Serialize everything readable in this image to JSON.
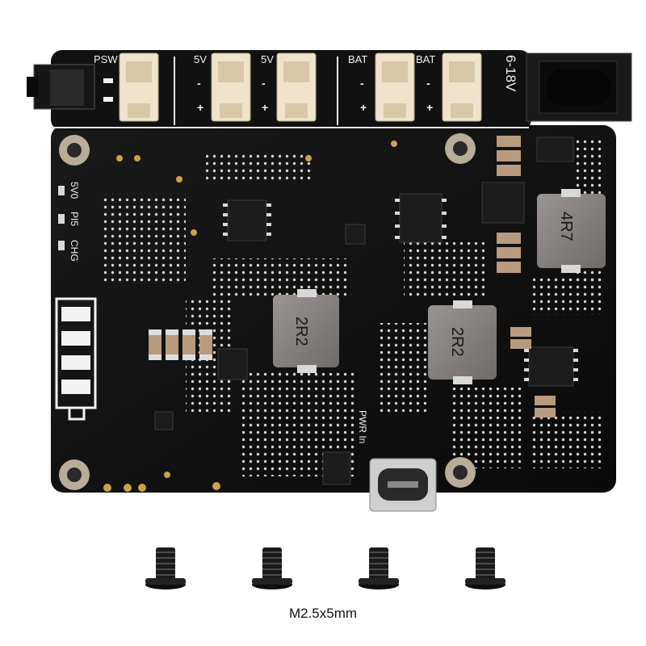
{
  "board": {
    "connectors": [
      {
        "id": "psw",
        "label": "PSW"
      },
      {
        "id": "5v-a",
        "label": "5V"
      },
      {
        "id": "5v-b",
        "label": "5V"
      },
      {
        "id": "bat-a",
        "label": "BAT"
      },
      {
        "id": "bat-b",
        "label": "BAT"
      }
    ],
    "input_label": "6-18V",
    "led_labels": [
      "5V0",
      "PI5",
      "CHG"
    ],
    "usb_label": "PWR In",
    "inductor_labels": [
      "2R2",
      "2R2",
      "4R7"
    ],
    "battery_level_bars": 4
  },
  "accessories": {
    "screw_count": 4,
    "caption": "M2.5x5mm"
  },
  "colors": {
    "pcb": "#0f0f0f",
    "silkscreen": "#f2f2f2",
    "connector": "#efe3cc",
    "gold": "#c9a24a",
    "inductor": "#8a8582",
    "chip": "#1c1c1c"
  }
}
